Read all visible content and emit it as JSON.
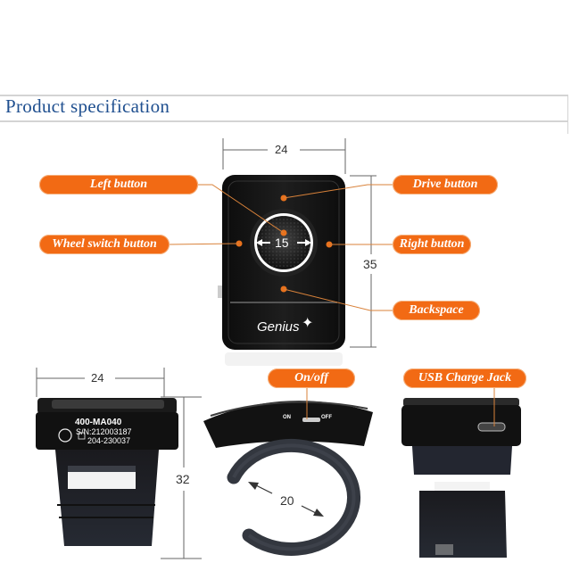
{
  "header": {
    "title": "Product specification"
  },
  "callouts": {
    "left_button": "Left button",
    "wheel_switch_button": "Wheel switch button",
    "drive_button": "Drive  button",
    "right_button": "Right button",
    "backspace": "Backspace",
    "on_off": "On/off",
    "usb_charge_jack": "USB Charge Jack"
  },
  "dimensions": {
    "top_width": "24",
    "top_height": "35",
    "wheel_diameter": "15",
    "side_width": "24",
    "side_height": "32",
    "ring_diameter": "20"
  },
  "device": {
    "brand": "Genius",
    "model": "400-MA040",
    "serial": "S/N:212003187",
    "cert": "204-230037",
    "switch_on": "ON",
    "switch_off": "OFF"
  },
  "colors": {
    "accent_orange": "#f26a14",
    "title_blue": "#1f4f8f",
    "device_black": "#141414"
  }
}
